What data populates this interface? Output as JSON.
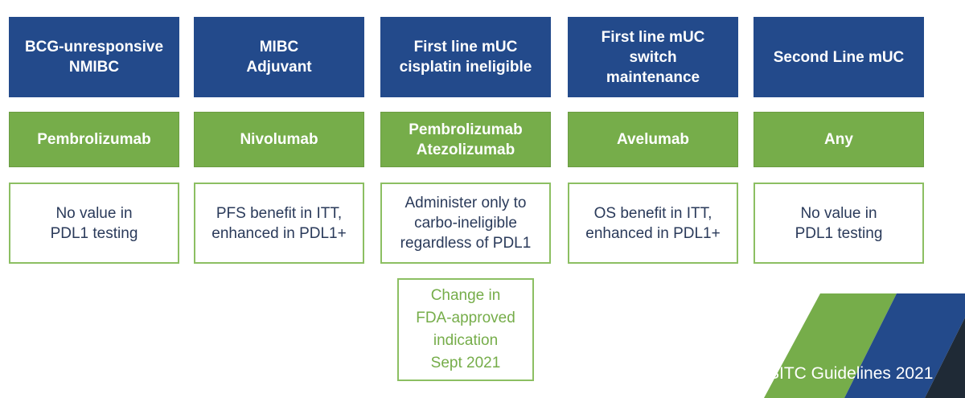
{
  "columns": [
    {
      "header": "BCG-unresponsive\nNMIBC",
      "drug": "Pembrolizumab",
      "note": "No value in\nPDL1 testing"
    },
    {
      "header": "MIBC\nAdjuvant",
      "drug": "Nivolumab",
      "note": "PFS benefit in ITT,\nenhanced in PDL1+"
    },
    {
      "header": "First line mUC\ncisplatin ineligible",
      "drug": "Pembrolizumab\nAtezolizumab",
      "note": "Administer only to\ncarbo-ineligible\nregardless of PDL1"
    },
    {
      "header": "First line mUC\nswitch\nmaintenance",
      "drug": "Avelumab",
      "note": "OS benefit in ITT,\nenhanced in PDL1+"
    },
    {
      "header": "Second Line mUC",
      "drug": "Any",
      "note": "No value in\nPDL1 testing"
    }
  ],
  "change_note": "Change in\nFDA-approved\nindication\nSept 2021",
  "footer": {
    "label": "SITC Guidelines 2021"
  },
  "colors": {
    "header_blue": "#234a8b",
    "drug_green": "#76ad4a",
    "outline_green": "#8cbf62",
    "dark": "#1f2a36"
  }
}
